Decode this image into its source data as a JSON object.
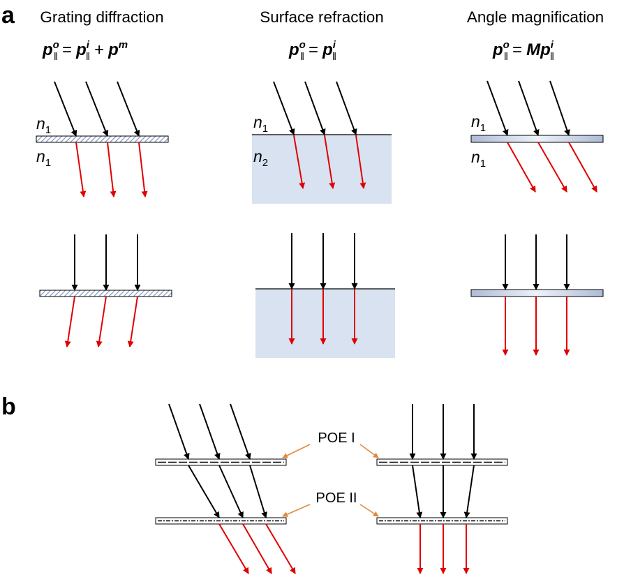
{
  "panels": {
    "a": "a",
    "b": "b"
  },
  "titles": {
    "grating": "Grating diffraction",
    "surface": "Surface refraction",
    "magnification": "Angle magnification"
  },
  "equations": {
    "grating": {
      "p": "p",
      "sup_o": "o",
      "par": "‖",
      "eq": "=",
      "sup_i": "i",
      "plus": "+",
      "sup_m": "m"
    },
    "surface": {
      "p": "p",
      "sup_o": "o",
      "par": "‖",
      "eq": "=",
      "sup_i": "i"
    },
    "magnification": {
      "p": "p",
      "sup_o": "o",
      "par": "‖",
      "eq": "=",
      "M": "M",
      "sup_i": "i"
    }
  },
  "indices": {
    "n": "n",
    "one": "1",
    "two": "2"
  },
  "poe_labels": {
    "poe1": "POE I",
    "poe2": "POE II"
  },
  "colors": {
    "incident": "#000000",
    "output": "#e00000",
    "medium": "#d8e2f1",
    "grating_hatch": "#7f95c2",
    "callout": "#e08a3c"
  }
}
